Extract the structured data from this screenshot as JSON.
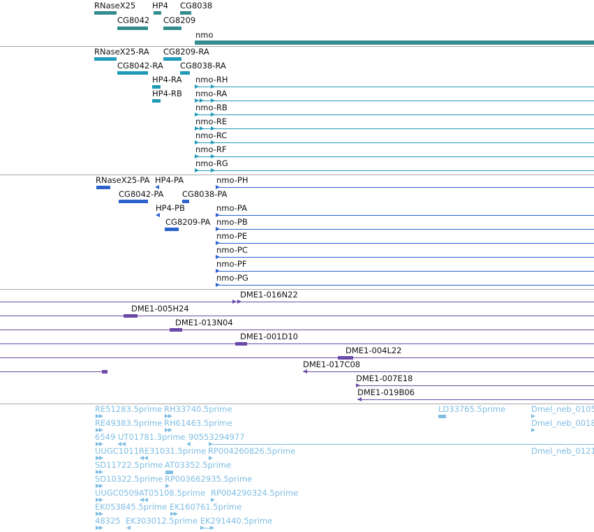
{
  "colors": {
    "gene": "#338c8c",
    "transcript": "#1f9bb8",
    "protein": "#2b62cc",
    "clone": "#6a49a8",
    "est": "#7fbde3",
    "separator": "#a8a8a8"
  },
  "tracks": {
    "genes": {
      "labels": [
        "RNaseX25",
        "HP4",
        "CG8038",
        "CG8042",
        "CG8209",
        "nmo"
      ]
    },
    "transcripts": {
      "labels": [
        "RNaseX25-RA",
        "CG8209-RA",
        "CG8042-RA",
        "CG8038-RA",
        "HP4-RA",
        "nmo-RH",
        "HP4-RB",
        "nmo-RA",
        "nmo-RB",
        "nmo-RE",
        "nmo-RC",
        "nmo-RF",
        "nmo-RG"
      ]
    },
    "proteins": {
      "labels": [
        "RNaseX25-PA",
        "HP4-PA",
        "nmo-PH",
        "CG8042-PA",
        "CG8038-PA",
        "HP4-PB",
        "nmo-PA",
        "CG8209-PA",
        "nmo-PB",
        "nmo-PE",
        "nmo-PC",
        "nmo-PF",
        "nmo-PG"
      ]
    },
    "clones": {
      "labels": [
        "DME1-016N22",
        "DME1-005H24",
        "DME1-013N04",
        "DME1-001D10",
        "DME1-004L22",
        "DME1-017C08",
        "DME1-007E18",
        "DME1-019B06"
      ]
    },
    "ests": {
      "labels": [
        "RE51283.5prime",
        "RH33740.5prime",
        "LD33765.5prime",
        "Dmel_neb_0105",
        "RE49383.5prime",
        "RH61463.5prime",
        "Dmel_neb_0018",
        "6549",
        "UT01781.3prime",
        "90553294977",
        "UUGC1011",
        "RE31031.5prime",
        "RP004260826.5prime",
        "Dmel_neb_0121",
        "SD11722.5prime",
        "AT03352.5prime",
        "SD10322.5prime",
        "RP003662935.5prime",
        "UUGC0509",
        "AT05108.5prime",
        "RP004290324.5prime",
        "EK053845.5prime",
        "EK160761.5prime",
        "48325",
        "EK303012.5prime",
        "EK291440.5prime"
      ]
    }
  }
}
